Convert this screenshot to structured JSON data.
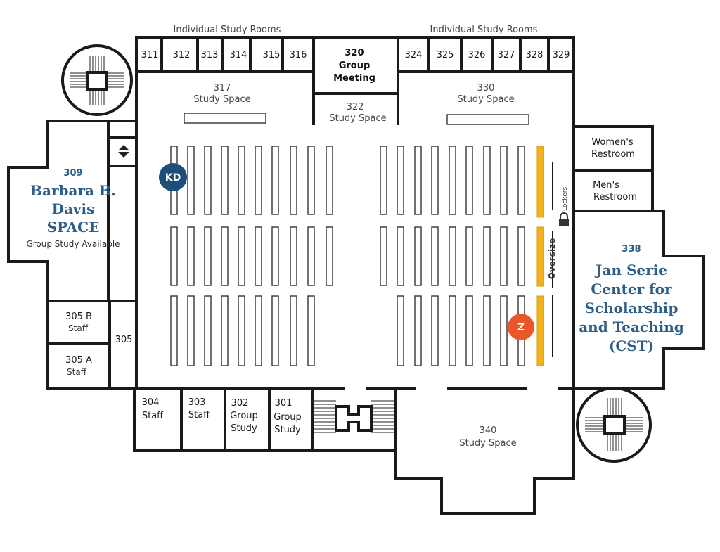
{
  "headers": {
    "left": "Individual Study Rooms",
    "right": "Individual Study Rooms"
  },
  "rooms_top_left": [
    "311",
    "312",
    "313",
    "314",
    "315",
    "316"
  ],
  "rooms_top_right": [
    "324",
    "325",
    "326",
    "327",
    "328",
    "329"
  ],
  "room_320": {
    "number": "320",
    "line1": "Group",
    "line2": "Meeting"
  },
  "room_317": {
    "number": "317",
    "label": "Study Space"
  },
  "room_322": {
    "number": "322",
    "label": "Study Space"
  },
  "room_330": {
    "number": "330",
    "label": "Study Space"
  },
  "room_340": {
    "number": "340",
    "label": "Study Space"
  },
  "womens_restroom": {
    "line1": "Women's",
    "line2": "Restroom"
  },
  "mens_restroom": {
    "line1": "Men's",
    "line2": "Restroom"
  },
  "lockers": "Lockers",
  "oversize": "Oversize",
  "room_309": {
    "number": "309",
    "line1": "Barbara B.",
    "line2": "Davis",
    "line3": "SPACE",
    "note": "Group Study Available"
  },
  "room_338": {
    "number": "338",
    "line1": "Jan Serie",
    "line2": "Center for",
    "line3": "Scholarship",
    "line4": "and Teaching",
    "line5": "(CST)"
  },
  "room_305b": {
    "number": "305 B",
    "label": "Staff"
  },
  "room_305a": {
    "number": "305 A",
    "label": "Staff"
  },
  "room_305": {
    "number": "305"
  },
  "room_304": {
    "number": "304",
    "label": "Staff"
  },
  "room_303": {
    "number": "303",
    "label": "Staff"
  },
  "room_302": {
    "number": "302",
    "line1": "Group",
    "line2": "Study"
  },
  "room_301": {
    "number": "301",
    "line1": "Group",
    "line2": "Study"
  },
  "markers": {
    "kd": {
      "label": "KD",
      "color": "#1d4e79"
    },
    "z": {
      "label": "Z",
      "color": "#e8572a"
    }
  },
  "colors": {
    "accent_blue": "#2e5e86",
    "oversize_yellow": "#f3b21b"
  }
}
